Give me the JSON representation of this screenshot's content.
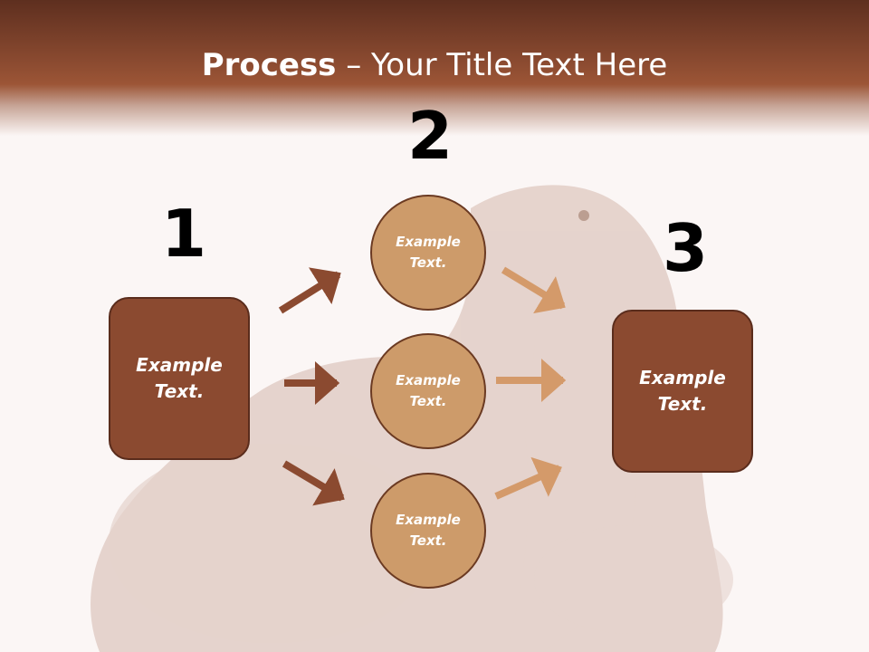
{
  "title": {
    "bold": "Process",
    "rest": " – Your Title Text Here"
  },
  "steps": {
    "one": "1",
    "two": "2",
    "three": "3"
  },
  "left_box": {
    "line1": "Example",
    "line2": "Text."
  },
  "right_box": {
    "line1": "Example",
    "line2": "Text."
  },
  "circles": [
    {
      "line1": "Example",
      "line2": "Text."
    },
    {
      "line1": "Example",
      "line2": "Text."
    },
    {
      "line1": "Example",
      "line2": "Text."
    }
  ],
  "colors": {
    "header": "#8a4a30",
    "box_fill": "#8b4a30",
    "circle_fill": "#cd9b6a",
    "left_arrows": "#8b4a30",
    "right_arrows": "#d49a6a",
    "background": "#fbf6f5"
  }
}
